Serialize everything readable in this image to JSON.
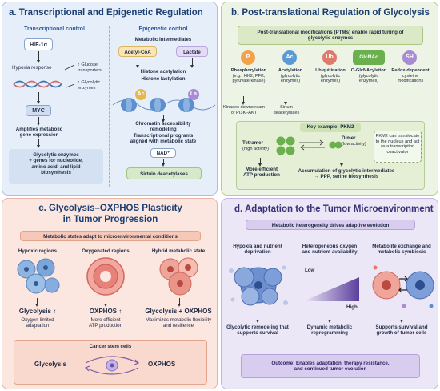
{
  "panel_a": {
    "title": "a. Transcriptional and Epigenetic Regulation",
    "transcriptional_header": "Transcriptional control",
    "epigenetic_header": "Epigenetic control",
    "hif": "HIF-1α",
    "hypoxia_response": "Hypoxia response",
    "glucose_transporters_1": "↑ Glucose",
    "glucose_transporters_2": "transporters",
    "glycolytic_enzymes_1": "↑ Glycolytic",
    "glycolytic_enzymes_2": "enzymes",
    "myc": "MYC",
    "amplifies_1": "Amplifies metabolic",
    "amplifies_2": "gene expression",
    "glyco_genes_1": "Glycolytic enzymes",
    "glyco_genes_2": "+ genes for nucleotide,",
    "glyco_genes_3": "amino acid, and lipid",
    "glyco_genes_4": "biosynthesis",
    "metabolic_intermediates": "Metabolic intermediates",
    "acetyl_coa": "Acetyl-CoA",
    "lactate": "Lactate",
    "histone_acetylation": "Histone acetylation",
    "histone_lactylation": "Histone lactylation",
    "ac_mark": "Ac",
    "la_mark": "La",
    "chromatin_1": "Chromatin accessibility",
    "chromatin_2": "remodeling",
    "chromatin_3": "Transcriptional programs",
    "chromatin_4": "aligned with metabolic state",
    "nad": "NAD⁺",
    "sirtuin": "Sirtuin deacetylases"
  },
  "panel_b": {
    "title": "b. Post-translational Regulation of Glycolysis",
    "banner_1": "Post-translational modifications (PTMs) enable rapid tuning of",
    "banner_2": "glycolytic enzymes",
    "ptms": [
      {
        "symbol": "P",
        "color": "#f4a24a",
        "l1": "Phosphorylation",
        "l2": "(e.g., HK2, PFK,",
        "l3": "pyruvate kinase)"
      },
      {
        "symbol": "Ac",
        "color": "#5b9bd5",
        "l1": "Acetylation",
        "l2": "(glycolytic",
        "l3": "enzymes)"
      },
      {
        "symbol": "Ub",
        "color": "#e07b6b",
        "l1": "Ubiquitination",
        "l2": "(glycolytic",
        "l3": "enzymes)"
      },
      {
        "symbol": "GlcNAc",
        "color": "#6ab04c",
        "l1": "O-GlcNAcylation",
        "l2": "(glycolytic",
        "l3": "enzymes)"
      },
      {
        "symbol": "SH",
        "color": "#a98bd4",
        "l1": "Redox-dependent",
        "l2": "cysteine",
        "l3": "modifications"
      }
    ],
    "kinases_1": "Kinases downstream",
    "kinases_2": "of PI3K–AKT",
    "sirtuin_1": "Sirtuin",
    "sirtuin_2": "deacetylases",
    "pkm2_header": "Key example: PKM2",
    "tetramer": "Tetramer",
    "tetramer_sub": "(high activity)",
    "dimer": "Dimer",
    "dimer_sub": "(low activity)",
    "efficient_1": "More efficient",
    "efficient_2": "ATP production",
    "accum_1": "Accumulation of glycolytic intermediates",
    "accum_2": "→ PPP, serine biosynthesis",
    "translocate_1": "PKM2 can translocate",
    "translocate_2": "to the nucleus and act",
    "translocate_3": "as a transcription",
    "translocate_4": "coactivator"
  },
  "panel_c": {
    "title_1": "c. Glycolysis–OXPHOS Plasticity",
    "title_2": "in Tumor Progression",
    "banner": "Metabolic states adapt to microenvironmental conditions",
    "hypoxic": "Hypoxic regions",
    "oxygenated": "Oxygenated regions",
    "hybrid": "Hybrid metabolic state",
    "glycolysis_up": "Glycolysis ↑",
    "oxphos_up": "OXPHOS ↑",
    "glyco_oxphos": "Glycolysis + OXPHOS",
    "oxygen_limited_1": "Oxygen-limited",
    "oxygen_limited_2": "adaptation",
    "more_efficient_1": "More efficient",
    "more_efficient_2": "ATP production",
    "maximizes_1": "Maximizes metabolic flexibility",
    "maximizes_2": "and resilience",
    "csc": "Cancer stem cells",
    "csc_glycolysis": "Glycolysis",
    "csc_oxphos": "OXPHOS"
  },
  "panel_d": {
    "title": "d. Adaptation to the Tumor Microenvironment",
    "banner": "Metabolic heterogeneity drives adaptive evolution",
    "col1_1": "Hypoxia and nutrient",
    "col1_2": "deprivation",
    "col2_1": "Heterogeneous oxygen",
    "col2_2": "and nutrient availability",
    "col3_1": "Metabolite exchange and",
    "col3_2": "metabolic symbiosis",
    "low": "Low",
    "high": "High",
    "out1_1": "Glycolytic remodeling that",
    "out1_2": "supports survival",
    "out2_1": "Dynamic metabolic",
    "out2_2": "reprogramming",
    "out3_1": "Supports survival and",
    "out3_2": "growth of tumor cells",
    "outcome_1": "Outcome: Enables adaptation, therapy resistance,",
    "outcome_2": "and continued tumor evolution"
  }
}
